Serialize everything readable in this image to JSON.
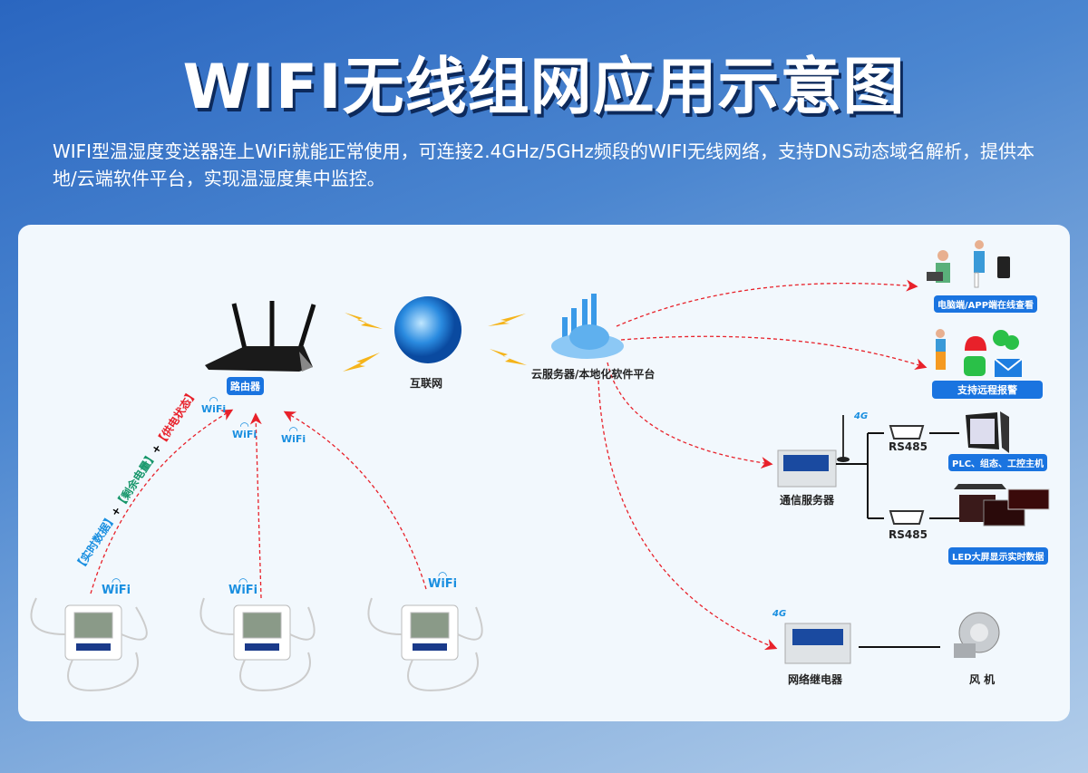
{
  "header": {
    "title": "WIFI无线组网应用示意图",
    "description": "WIFI型温湿度变送器连上WiFi就能正常使用，可连接2.4GHz/5GHz频段的WIFI无线网络，支持DNS动态域名解析，提供本地/云端软件平台，实现温湿度集中监控。"
  },
  "diagram": {
    "router": "路由器",
    "internet": "互联网",
    "cloud": "云服务器/本地化软件平台",
    "wifi": "WiFi",
    "data_label": {
      "part1": "【实时数据】",
      "plus": "+",
      "part2": "【剩余电量】",
      "part3": "【供电状态】"
    },
    "view": "电脑端/APP端在线查看",
    "alarm": "支持远程报警",
    "comm_server": "通信服务器",
    "rs485": "RS485",
    "plc": "PLC、组态、工控主机",
    "led": "LED大屏显示实时数据",
    "relay": "网络继电器",
    "fan": "风 机",
    "net4g": "4G"
  },
  "colors": {
    "accent": "#1a74e0",
    "arrow": "#e8212a",
    "data_part1": "#1a8fe0",
    "data_part2": "#16966a",
    "data_part3": "#e8212a"
  }
}
